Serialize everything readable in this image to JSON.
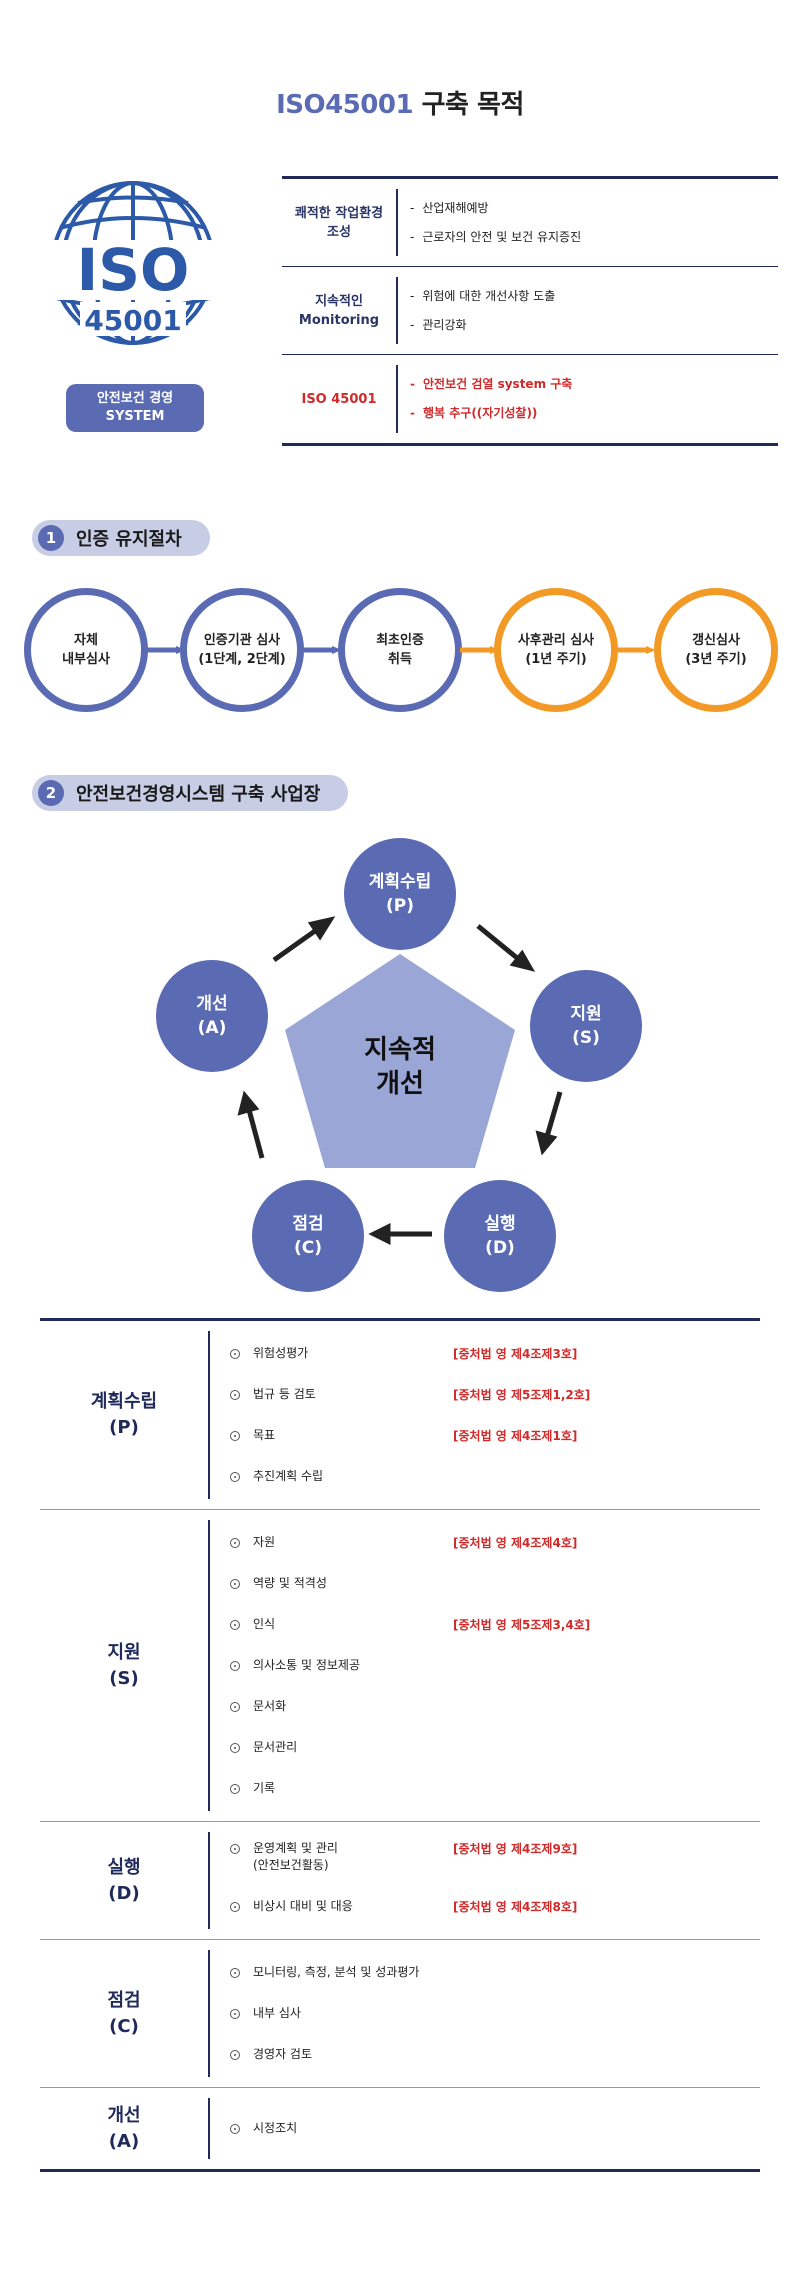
{
  "title": {
    "accent": "ISO45001",
    "rest": " 구축 목적"
  },
  "logo": {
    "text_iso": "ISO",
    "text_num": "45001"
  },
  "badge": {
    "line1": "안전보건 경영",
    "line2": "SYSTEM"
  },
  "purpose_rows": [
    {
      "left": [
        "쾌적한 작업환경",
        "조성"
      ],
      "items": [
        "산업재해예방",
        "근로자의 안전 및 보건 유지증진"
      ],
      "red": false
    },
    {
      "left": [
        "지속적인",
        "Monitoring"
      ],
      "items": [
        "위험에 대한 개선사항 도출",
        "관리강화"
      ],
      "red": false
    },
    {
      "left": [
        "ISO 45001"
      ],
      "items": [
        "안전보건 검열 system 구축",
        "행복 추구((자기성찰))"
      ],
      "red": true
    }
  ],
  "dash": "-",
  "section1": {
    "num": "1",
    "label": "인증 유지절차"
  },
  "process": [
    {
      "line1": "자체",
      "line2": "내부심사"
    },
    {
      "line1": "인증기관 심사",
      "line2": "(1단계, 2단계)"
    },
    {
      "line1": "최초인증",
      "line2": "취득"
    },
    {
      "line1": "사후관리 심사",
      "line2": "(1년 주기)"
    },
    {
      "line1": "갱신심사",
      "line2": "(3년 주기)"
    }
  ],
  "section2": {
    "num": "2",
    "label": "안전보건경영시스템 구축 사업장"
  },
  "cycle": {
    "center": {
      "line1": "지속적",
      "line2": "개선"
    },
    "plan": {
      "line1": "계획수립",
      "line2": "(P)"
    },
    "do_support": {
      "line1": "지원",
      "line2": "(S)"
    },
    "do": {
      "line1": "실행",
      "line2": "(D)"
    },
    "check": {
      "line1": "점검",
      "line2": "(C)"
    },
    "act": {
      "line1": "개선",
      "line2": "(A)"
    }
  },
  "table": [
    {
      "label": [
        "계획수립",
        "(P)"
      ],
      "items": [
        {
          "text": "위험성평가",
          "law": "[중처법 영 제4조제3호]"
        },
        {
          "text": "법규 등 검토",
          "law": "[중처법 영 제5조제1,2호]"
        },
        {
          "text": "목표",
          "law": "[중처법 영 제4조제1호]"
        },
        {
          "text": "추진계획 수립",
          "law": ""
        }
      ]
    },
    {
      "label": [
        "지원",
        "(S)"
      ],
      "items": [
        {
          "text": "자원",
          "law": "[중처법 영 제4조제4호]"
        },
        {
          "text": "역량 및 적격성",
          "law": ""
        },
        {
          "text": "인식",
          "law": "[중처법 영 제5조제3,4호]"
        },
        {
          "text": "의사소통 및 정보제공",
          "law": ""
        },
        {
          "text": "문서화",
          "law": ""
        },
        {
          "text": "문서관리",
          "law": ""
        },
        {
          "text": "기록",
          "law": ""
        }
      ]
    },
    {
      "label": [
        "실행",
        "(D)"
      ],
      "items": [
        {
          "text": "운영계획 및 관리",
          "text2": "(안전보건활동)",
          "law": "[중처법 영 제4조제9호]"
        },
        {
          "text": "비상시 대비 및 대응",
          "law": "[중처법 영 제4조제8호]"
        }
      ]
    },
    {
      "label": [
        "점검",
        "(C)"
      ],
      "items": [
        {
          "text": "모니터링, 측정, 분석 및 성과평가",
          "law": ""
        },
        {
          "text": "내부 심사",
          "law": ""
        },
        {
          "text": "경영자 검토",
          "law": ""
        }
      ]
    },
    {
      "label": [
        "개선",
        "(A)"
      ],
      "items": [
        {
          "text": "시정조치",
          "law": ""
        }
      ]
    }
  ],
  "colors": {
    "primary": "#5a6bb4",
    "navy": "#1f2a5a",
    "orange": "#f29a25",
    "red": "#d12a2a",
    "light": "#c8cde6",
    "pentagon": "#9aa6d6"
  }
}
